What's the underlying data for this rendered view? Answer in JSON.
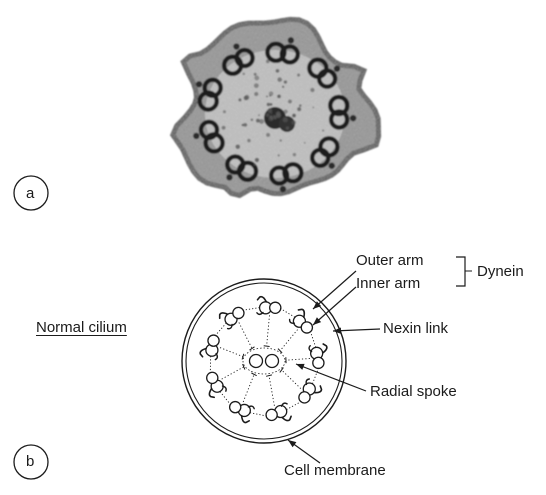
{
  "panels": [
    {
      "letter": "a",
      "kind": "micrograph"
    },
    {
      "letter": "b",
      "kind": "schematic"
    }
  ],
  "schematic": {
    "caption": "Normal cilium",
    "labels": {
      "outer_arm": "Outer arm",
      "inner_arm": "Inner arm",
      "dynein": "Dynein",
      "nexin_link": "Nexin link",
      "radial_spoke": "Radial spoke",
      "cell_membrane": "Cell membrane"
    },
    "outer_doublet_count": 9,
    "central_pair_count": 2
  },
  "colors": {
    "ink": "#1b1b1b",
    "micrograph_tone": "#7a7a7a",
    "background": "#ffffff"
  }
}
